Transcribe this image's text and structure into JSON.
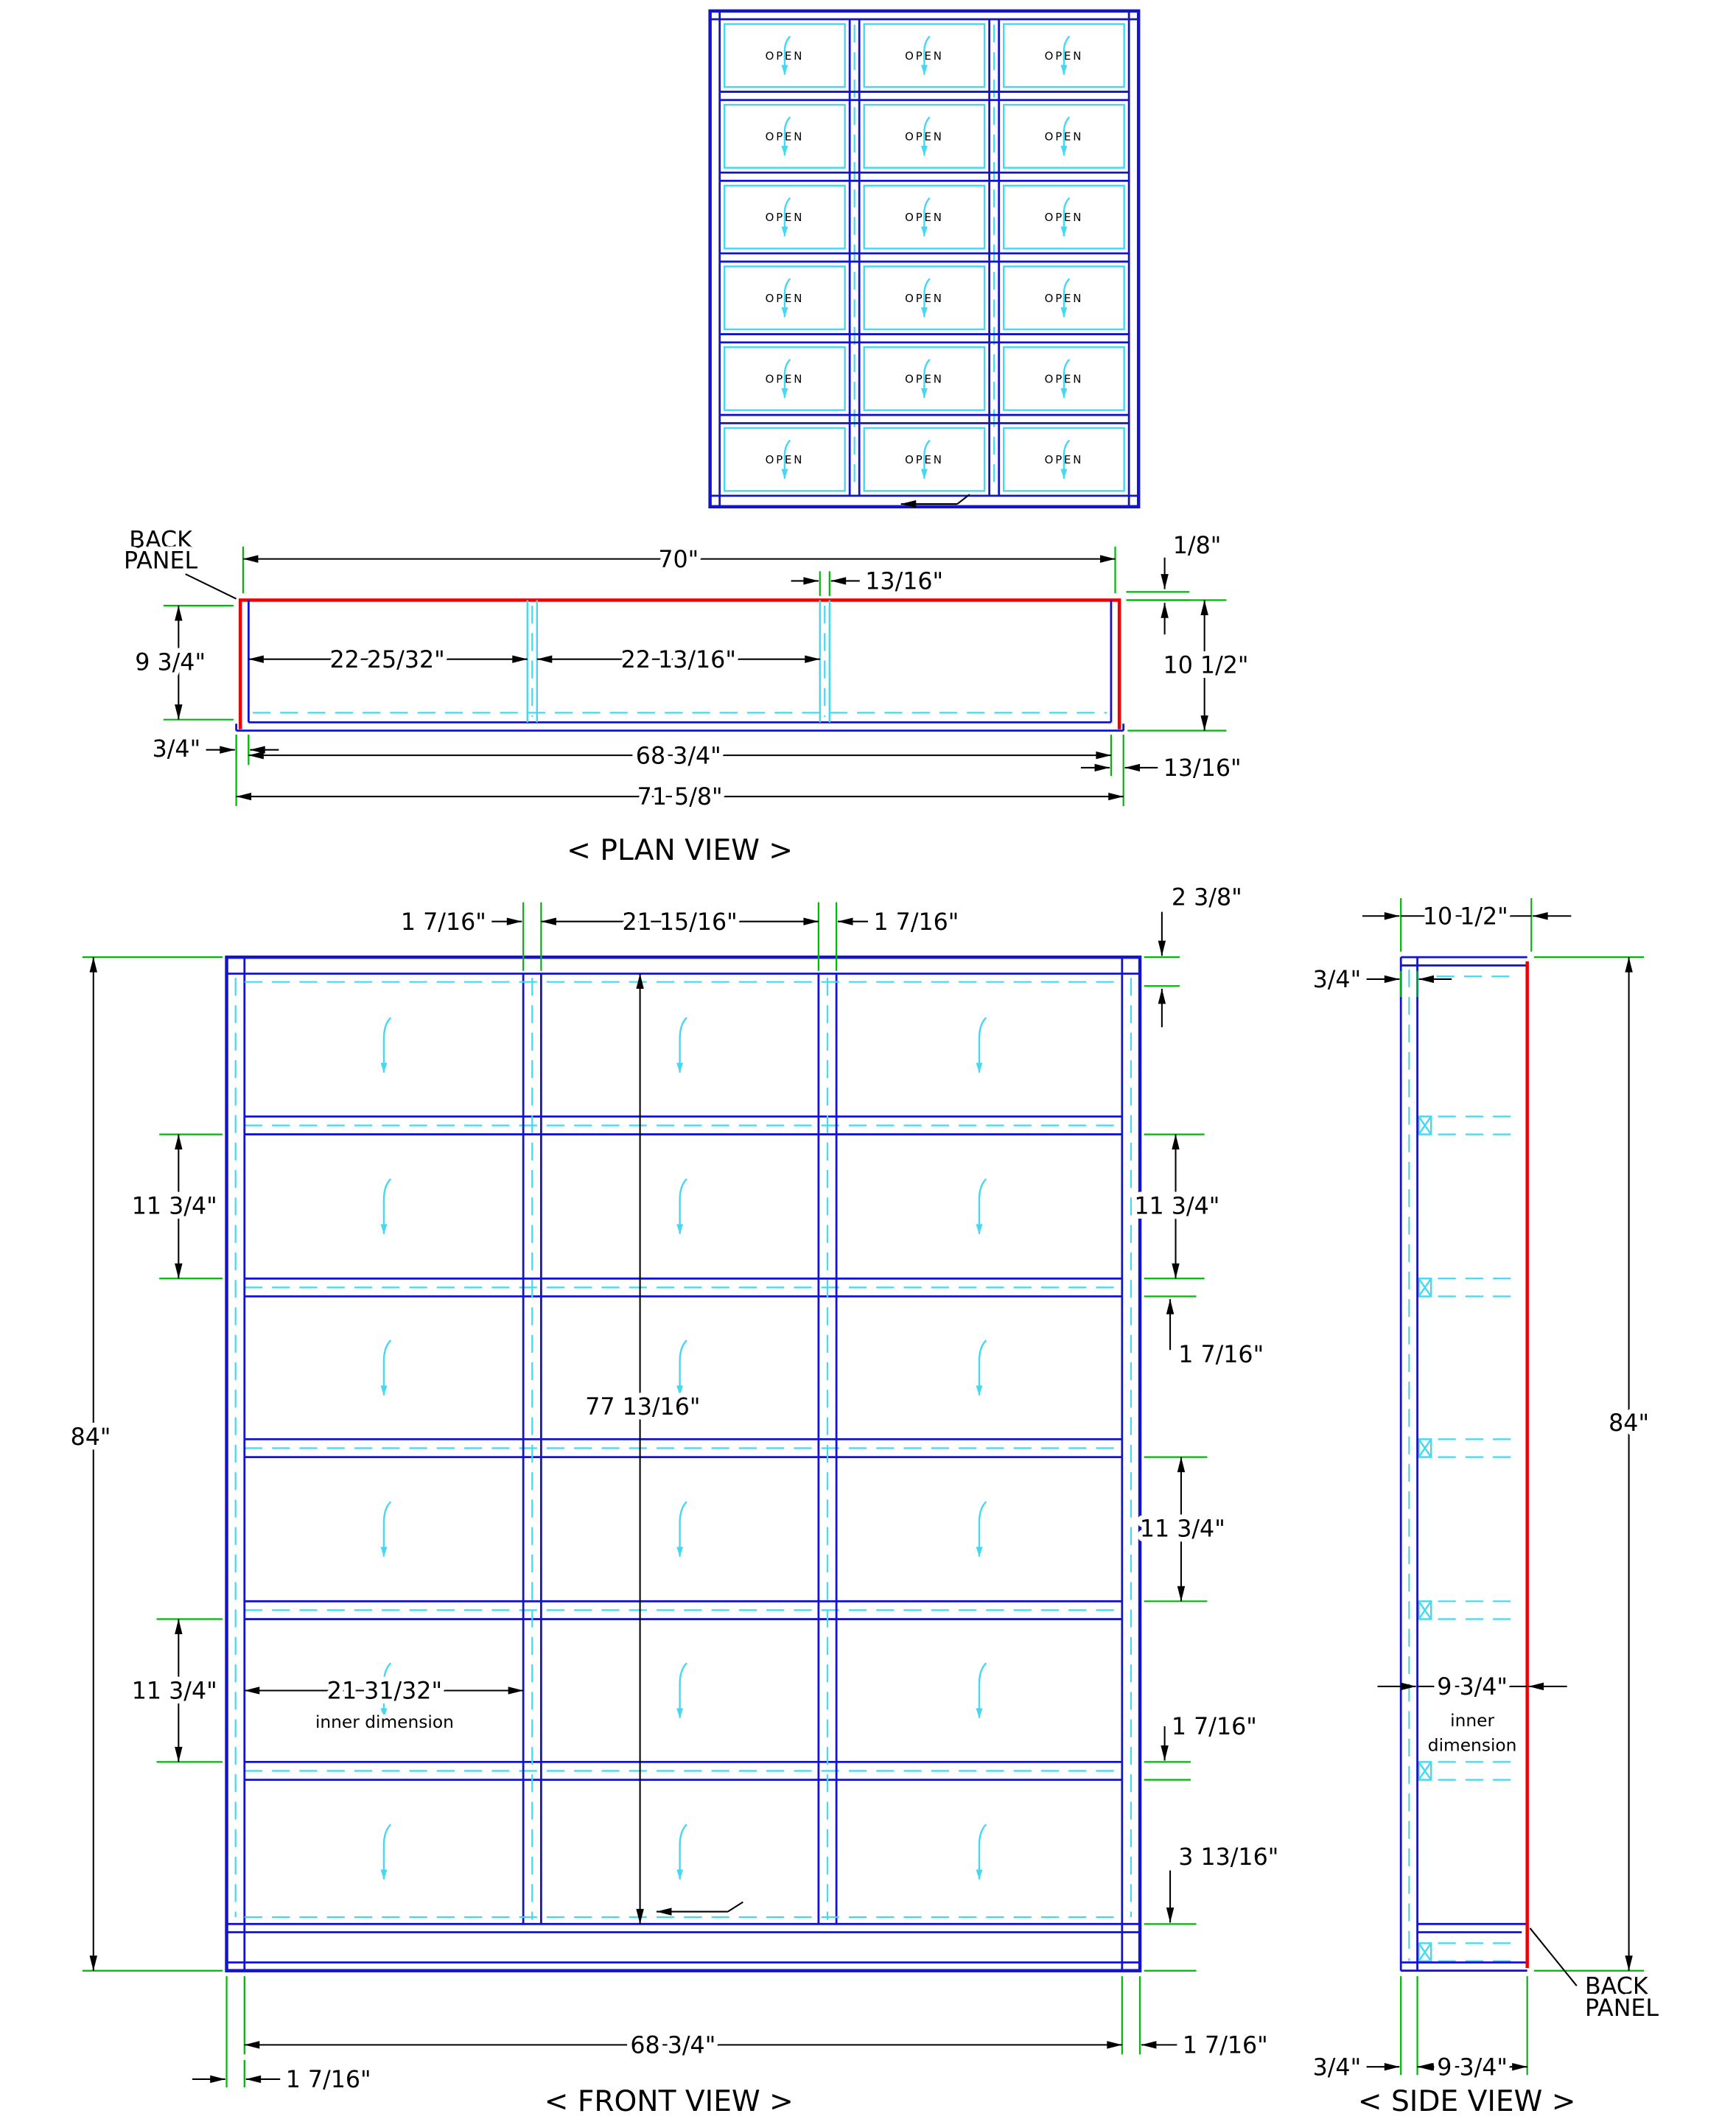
{
  "top_view": {
    "cell_label": "OPEN",
    "rows": 6,
    "cols": 3
  },
  "plan_view": {
    "title": "< PLAN VIEW >",
    "back_panel_label": {
      "line1": "BACK",
      "line2": "PANEL"
    },
    "dims": {
      "overall_top": "70\"",
      "back_thickness": "1/8\"",
      "divider_thickness": "13/16\"",
      "inner_depth": "9 3/4\"",
      "overall_depth": "10 1/2\"",
      "side_thickness": "3/4\"",
      "left_bay": "22 25/32\"",
      "center_bay": "22 13/16\"",
      "inner_width": "68 3/4\"",
      "right_panel": "13/16\"",
      "overall_width": "71 5/8\""
    }
  },
  "front_view": {
    "title": "< FRONT VIEW >",
    "dims": {
      "left_divider": "1 7/16\"",
      "center_bay": "21 15/16\"",
      "right_divider": "1 7/16\"",
      "top_rail": "2 3/8\"",
      "overall_height": "84\"",
      "row_upper_left": "11 3/4\"",
      "row_upper_right": "11 3/4\"",
      "shelf_upper": "1 7/16\"",
      "inner_height": "77 13/16\"",
      "row_lower_right": "11 3/4\"",
      "row_lower_left": "11 3/4\"",
      "left_bay": "21 31/32\"",
      "left_bay_note": "inner dimension",
      "shelf_lower": "1 7/16\"",
      "bottom_rail": "3 13/16\"",
      "inner_width": "68 3/4\"",
      "right_panel": "1 7/16\"",
      "left_panel": "1 7/16\""
    }
  },
  "side_view": {
    "title": "< SIDE VIEW >",
    "back_panel_label": {
      "line1": "BACK",
      "line2": "PANEL"
    },
    "dims": {
      "overall_depth": "10 1/2\"",
      "front_edge_top": "3/4\"",
      "overall_height": "84\"",
      "inner_depth": "9 3/4\"",
      "inner_note_line1": "inner",
      "inner_note_line2": "dimension",
      "front_edge_bottom": "3/4\"",
      "inner_depth_bottom": "9 3/4\""
    }
  },
  "colors": {
    "outline_blue": "#1414cd",
    "hidden_cyan": "#45d8f2",
    "back_panel_red": "#f20000",
    "extension_green": "#00b80a",
    "dimension_black": "#000000",
    "background": "#ffffff"
  }
}
